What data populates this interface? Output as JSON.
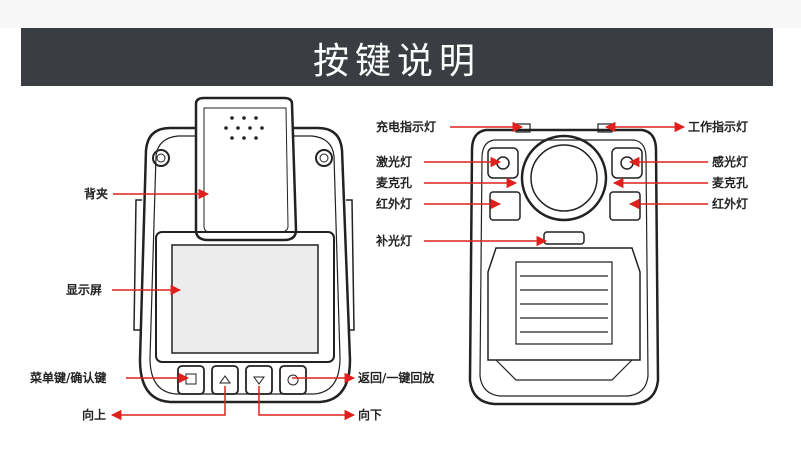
{
  "title": "按键说明",
  "left_labels": {
    "back_clip": "背夹",
    "display": "显示屏",
    "menu_confirm": "菜单键/确认键",
    "up": "向上",
    "down": "向下",
    "back_playback": "返回/一键回放"
  },
  "right_labels": {
    "charge_light": "充电指示灯",
    "work_light": "工作指示灯",
    "laser_light": "激光灯",
    "light_sensor": "感光灯",
    "mic_left": "麦克孔",
    "mic_right": "麦克孔",
    "ir_left": "红外灯",
    "ir_right": "红外灯",
    "fill_light": "补光灯"
  },
  "colors": {
    "banner": "#3a3d42",
    "arrow": "#e0201c",
    "outline": "#222222"
  }
}
